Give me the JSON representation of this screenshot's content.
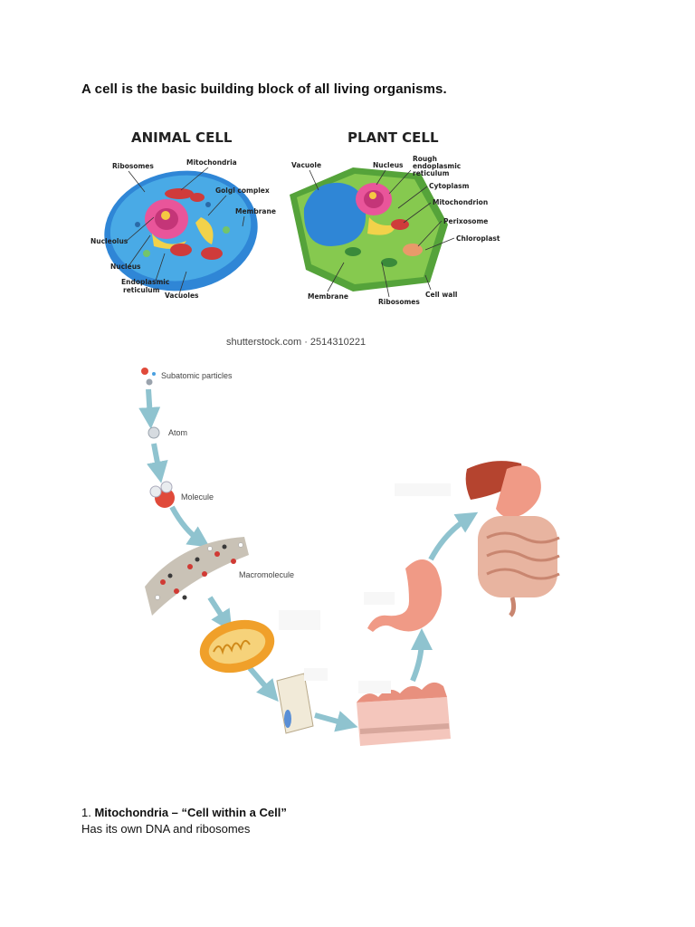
{
  "intro": "A cell is the basic building block of all living organisms.",
  "animal_cell": {
    "title": "ANIMAL CELL",
    "labels": {
      "ribosomes": "Ribosomes",
      "mitochondria": "Mitochondria",
      "golgi": "Golgi complex",
      "membrane": "Membrane",
      "nucleolus": "Nucleolus",
      "nucleus": "Nucleus",
      "er_line1": "Endoplasmic",
      "er_line2": "reticulum",
      "vacuoles": "Vacuoles"
    }
  },
  "plant_cell": {
    "title": "PLANT CELL",
    "labels": {
      "vacuole": "Vacuole",
      "nucleus": "Nucleus",
      "rough_er_line1": "Rough",
      "rough_er_line2": "endoplasmic",
      "rough_er_line3": "reticulum",
      "cytoplasm": "Cytoplasm",
      "mitochondrion": "Mitochondrion",
      "perixosome": "Perixosome",
      "chloroplast": "Chloroplast",
      "membrane": "Membrane",
      "ribosomes": "Ribosomes",
      "cell_wall": "Cell wall"
    }
  },
  "credit": "shutterstock.com · 2514310221",
  "levels": {
    "subatomic": "Subatomic particles",
    "atom": "Atom",
    "molecule": "Molecule",
    "macromolecule": "Macromolecule"
  },
  "section": {
    "number": "1. ",
    "title": "Mitochondria – “Cell within a Cell”",
    "body": "Has its own DNA and ribosomes"
  },
  "colors": {
    "arrow": "#8fc3cf",
    "animal_cytoplasm": "#3ea0e0",
    "plant_cytoplasm": "#7cc243",
    "organ_pink": "#f09a86"
  }
}
